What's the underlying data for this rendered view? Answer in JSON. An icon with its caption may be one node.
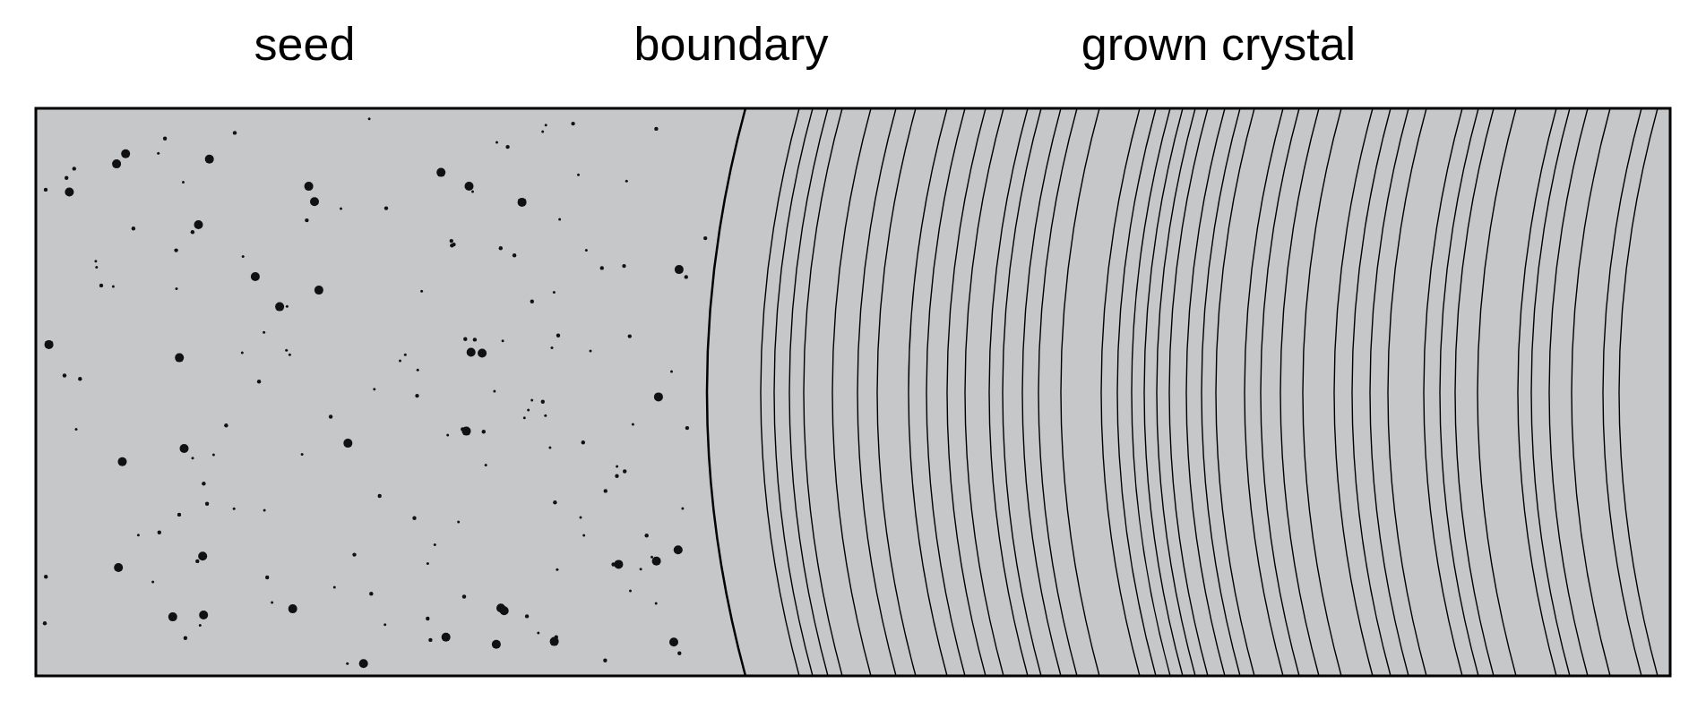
{
  "diagram": {
    "labels": [
      "seed",
      "boundary",
      "grown crystal"
    ]
  }
}
